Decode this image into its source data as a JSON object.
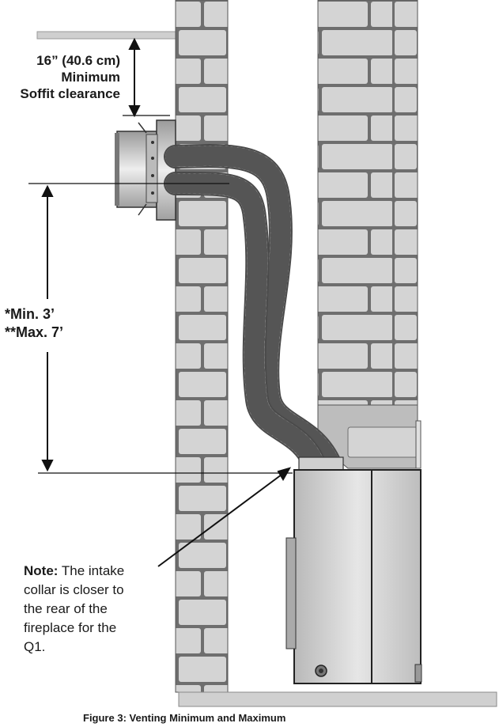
{
  "soffit": {
    "line1": "16” (40.6 cm)",
    "line2": "Minimum",
    "line3": "Soffit clearance"
  },
  "vent_range": {
    "min": "*Min. 3’",
    "max": "**Max. 7’"
  },
  "note": {
    "prefix": "Note:",
    "line1": " The intake",
    "line2": "collar is closer to",
    "line3": "the rear of the",
    "line4": "fireplace for the",
    "line5": "Q1."
  },
  "caption": "Figure 3: Venting Minimum and Maximum",
  "colors": {
    "brick": "#d2d2d2",
    "mortar": "#6e6e6e",
    "unit_body": "#c9c9c9",
    "line": "#1a1a1a"
  },
  "icons": [
    "dimension-arrow-icon",
    "flex-vent-pipe-icon",
    "vent-cap-icon"
  ]
}
